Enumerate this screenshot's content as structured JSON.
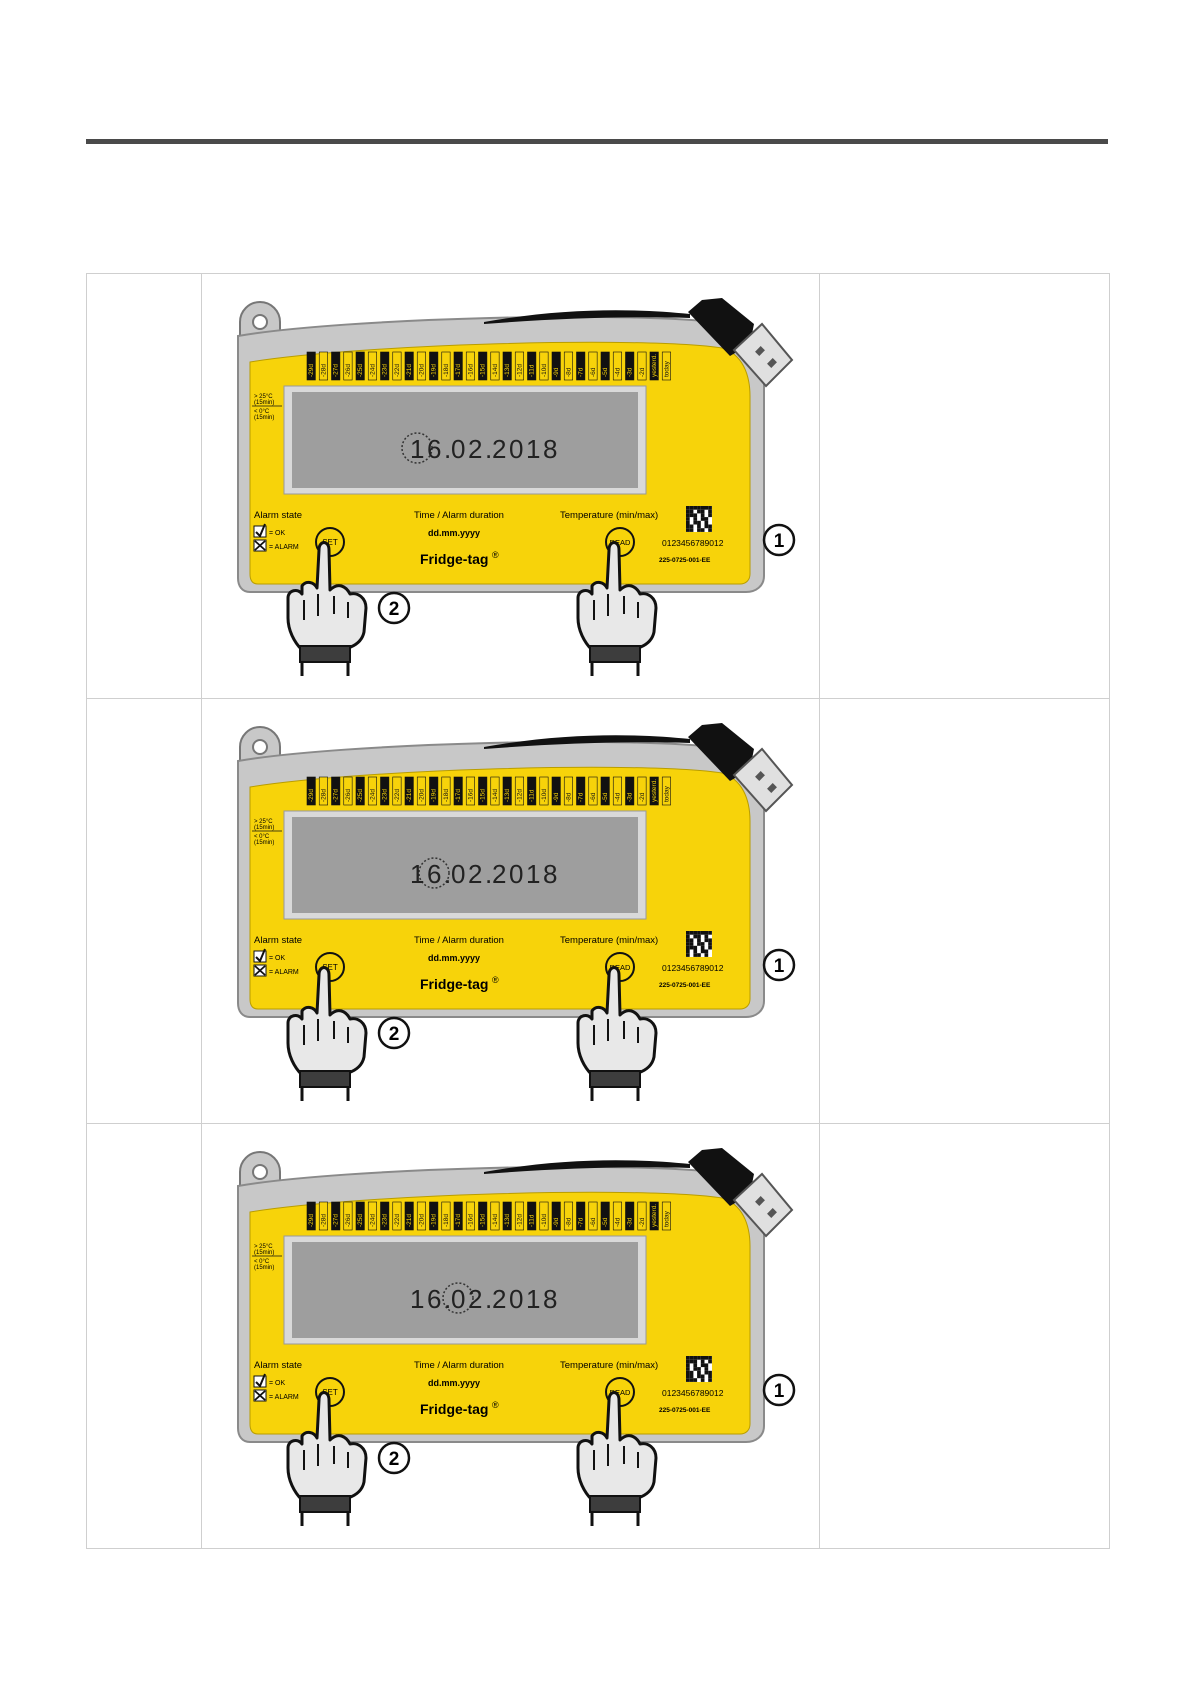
{
  "rows": [
    {
      "date": "16.02.2018",
      "day_labels": [
        "-29d",
        "-28d",
        "-27d",
        "-26d",
        "-25d",
        "-24d",
        "-23d",
        "-22d",
        "-21d",
        "-20d",
        "-19d",
        "-18d",
        "-17d",
        "-16d",
        "-15d",
        "-14d",
        "-13d",
        "-12d",
        "-11d",
        "-10d",
        "-9d",
        "-8d",
        "-7d",
        "-6d",
        "-5d",
        "-4d",
        "-3d",
        "-2d",
        "yesterd.",
        "today"
      ],
      "thresholds": [
        "> 25°C\n(15min)",
        "< 0°C\n(15min)"
      ],
      "alarm_state_title": "Alarm state",
      "ok_label": "= OK",
      "alarm_label": "= ALARM",
      "time_title": "Time / Alarm duration",
      "time_format": "dd.mm.yyyy",
      "temp_title": "Temperature (min/max)",
      "set_label": "SET",
      "read_label": "READ",
      "brand": "Fridge-tag",
      "brand_mark": "®",
      "serial": "0123456789012",
      "part_no": "225-0725-001-EE",
      "marker_read": "1",
      "marker_set": "2",
      "highlight_digit": "1"
    },
    {
      "date": "16.02.2018",
      "day_labels": [
        "-29d",
        "-28d",
        "-27d",
        "-26d",
        "-25d",
        "-24d",
        "-23d",
        "-22d",
        "-21d",
        "-20d",
        "-19d",
        "-18d",
        "-17d",
        "-16d",
        "-15d",
        "-14d",
        "-13d",
        "-12d",
        "-11d",
        "-10d",
        "-9d",
        "-8d",
        "-7d",
        "-6d",
        "-5d",
        "-4d",
        "-3d",
        "-2d",
        "yesterd.",
        "today"
      ],
      "thresholds": [
        "> 25°C\n(15min)",
        "< 0°C\n(15min)"
      ],
      "alarm_state_title": "Alarm state",
      "ok_label": "= OK",
      "alarm_label": "= ALARM",
      "time_title": "Time / Alarm duration",
      "time_format": "dd.mm.yyyy",
      "temp_title": "Temperature (min/max)",
      "set_label": "SET",
      "read_label": "READ",
      "brand": "Fridge-tag",
      "brand_mark": "®",
      "serial": "0123456789012",
      "part_no": "225-0725-001-EE",
      "marker_read": "1",
      "marker_set": "2",
      "highlight_digit": "6"
    },
    {
      "date": "16.02.2018",
      "day_labels": [
        "-29d",
        "-28d",
        "-27d",
        "-26d",
        "-25d",
        "-24d",
        "-23d",
        "-22d",
        "-21d",
        "-20d",
        "-19d",
        "-18d",
        "-17d",
        "-16d",
        "-15d",
        "-14d",
        "-13d",
        "-12d",
        "-11d",
        "-10d",
        "-9d",
        "-8d",
        "-7d",
        "-6d",
        "-5d",
        "-4d",
        "-3d",
        "-2d",
        "yesterd.",
        "today"
      ],
      "thresholds": [
        "> 25°C\n(15min)",
        "< 0°C\n(15min)"
      ],
      "alarm_state_title": "Alarm state",
      "ok_label": "= OK",
      "alarm_label": "= ALARM",
      "time_title": "Time / Alarm duration",
      "time_format": "dd.mm.yyyy",
      "temp_title": "Temperature (min/max)",
      "set_label": "SET",
      "read_label": "READ",
      "brand": "Fridge-tag",
      "brand_mark": "®",
      "serial": "0123456789012",
      "part_no": "225-0725-001-EE",
      "marker_read": "1",
      "marker_set": "2",
      "highlight_digit": "0"
    }
  ],
  "colors": {
    "yellow": "#f7d30a",
    "lcd": "#9e9e9e",
    "lcd_frame": "#d9d9d9",
    "body_gray": "#c8c8c8",
    "rule": "#4a4a4a"
  }
}
